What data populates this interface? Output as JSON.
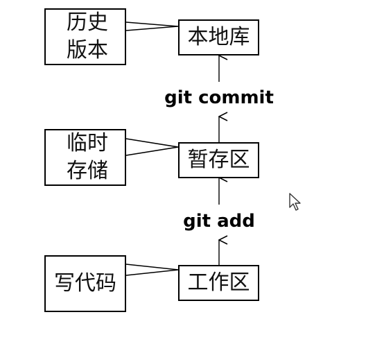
{
  "stages": {
    "local_repo": "本地库",
    "staging_area": "暂存区",
    "working_dir": "工作区"
  },
  "notes": {
    "history": "历史\n版本",
    "temp_storage": "临时\n存储",
    "write_code": "写代码"
  },
  "commands": {
    "commit": "git commit",
    "add": "git add"
  }
}
